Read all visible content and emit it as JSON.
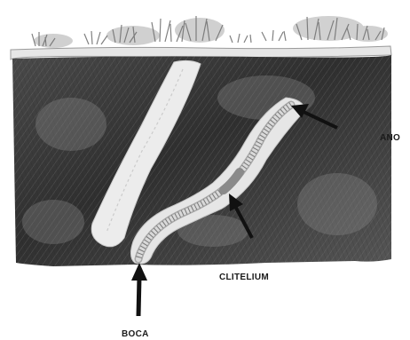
{
  "labels": {
    "ano": "ANO",
    "clitelium": "CLITELIUM",
    "boca": "BOCA"
  },
  "colors": {
    "soil_dark": "#3c3c3c",
    "soil_mid": "#6e6e6e",
    "burrow": "#ebebeb",
    "worm_body": "#d6d6d6",
    "grass": "#6a6a6a",
    "arrow": "#111111"
  }
}
